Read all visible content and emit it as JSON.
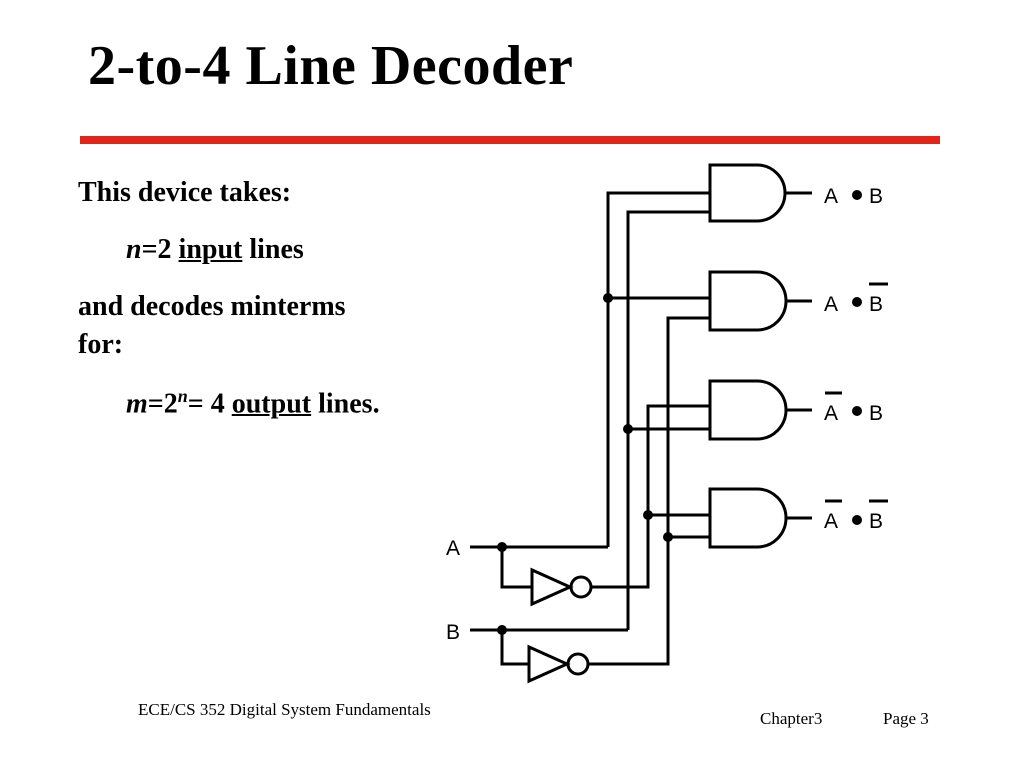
{
  "slide": {
    "title": "2-to-4 Line Decoder",
    "text": {
      "line1": "This device takes:",
      "line2_var": "n",
      "line2_eq": "=2 ",
      "line2_u": "input",
      "line2_end": " lines",
      "line3": "and decodes minterms",
      "line4": "for:",
      "line5_var": "m",
      "line5_eq": "=2",
      "line5_sup": "n",
      "line5_mid": "= 4 ",
      "line5_u": "output",
      "line5_end": " lines."
    },
    "accent_color": "#e1251b"
  },
  "circuit": {
    "inputs": {
      "a": "A",
      "b": "B"
    },
    "outputs": [
      {
        "left": "A",
        "right": "B",
        "left_bar": false,
        "right_bar": false
      },
      {
        "left": "A",
        "right": "B",
        "left_bar": false,
        "right_bar": true
      },
      {
        "left": "A",
        "right": "B",
        "left_bar": true,
        "right_bar": false
      },
      {
        "left": "A",
        "right": "B",
        "left_bar": true,
        "right_bar": true
      }
    ],
    "gate_type": "AND",
    "inverter_count": 2
  },
  "footer": {
    "course": "ECE/CS 352  Digital System Fundamentals",
    "chapter": "Chapter3",
    "page": "Page 3"
  }
}
